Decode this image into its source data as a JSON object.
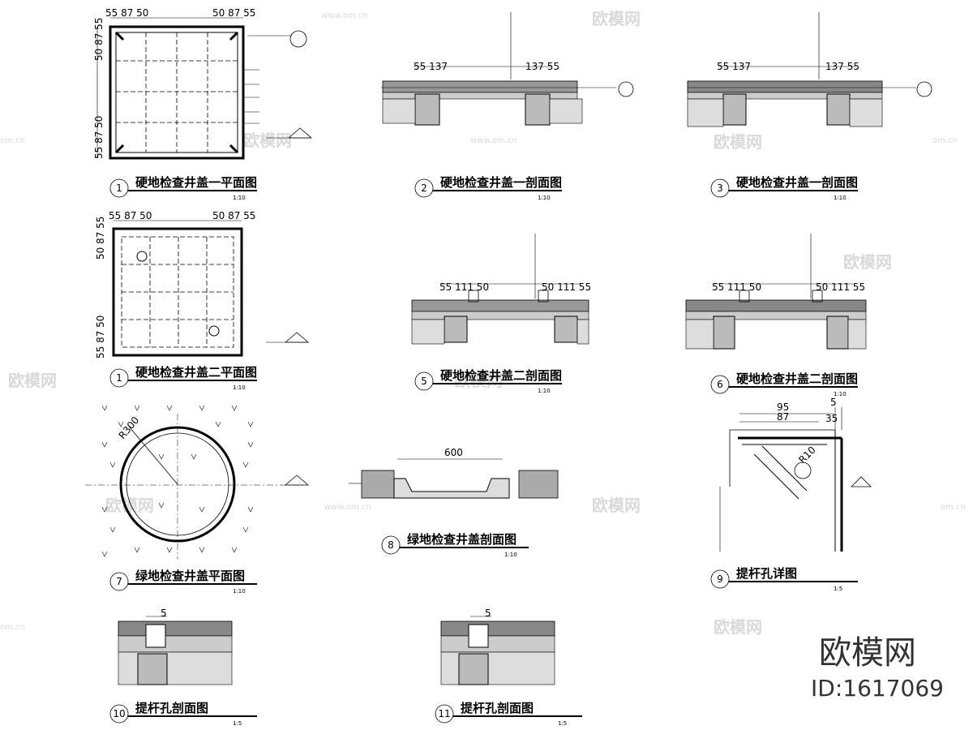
{
  "sheet": {
    "watermark_brand": "欧模网",
    "watermark_url": "www.om.cn",
    "watermark_url_short": "om.cn",
    "brand_mark": "欧模网",
    "id_label": "ID:1617069"
  },
  "panels": [
    {
      "num": "1",
      "title": "硬地检查井盖一平面图",
      "scale": "1:10"
    },
    {
      "num": "2",
      "title": "硬地检查井盖一剖面图",
      "scale": "1:10"
    },
    {
      "num": "3",
      "title": "硬地检查井盖一剖面图",
      "scale": "1:10"
    },
    {
      "num": "1",
      "title": "硬地检查井盖二平面图",
      "scale": "1:10"
    },
    {
      "num": "5",
      "title": "硬地检查井盖二剖面图",
      "scale": "1:10"
    },
    {
      "num": "6",
      "title": "硬地检查井盖二剖面图",
      "scale": "1:10"
    },
    {
      "num": "7",
      "title": "绿地检查井盖平面图",
      "scale": "1:10"
    },
    {
      "num": "8",
      "title": "绿地检查井盖剖面图",
      "scale": "1:10"
    },
    {
      "num": "9",
      "title": "提杆孔详图",
      "scale": "1:5"
    },
    {
      "num": "10",
      "title": "提杆孔剖面图",
      "scale": "1:5"
    },
    {
      "num": "11",
      "title": "提杆孔剖面图",
      "scale": "1:5"
    }
  ],
  "dims": {
    "d1_top_left": "55 87 50",
    "d1_top_right": "50 87 55",
    "d1_left_top": "50 87 55",
    "d1_left_bot": "55 87 50",
    "d2_left": "55 137",
    "d2_right": "137 55",
    "d5_left": "55 111 50",
    "d5_right": "50 111 55",
    "d7_radius": "R300",
    "d8_width": "600",
    "d9_95": "95",
    "d9_87": "87",
    "d9_5": "5",
    "d9_35": "35",
    "d9_r10": "R10",
    "d10_5": "5",
    "d11_5": "5"
  }
}
